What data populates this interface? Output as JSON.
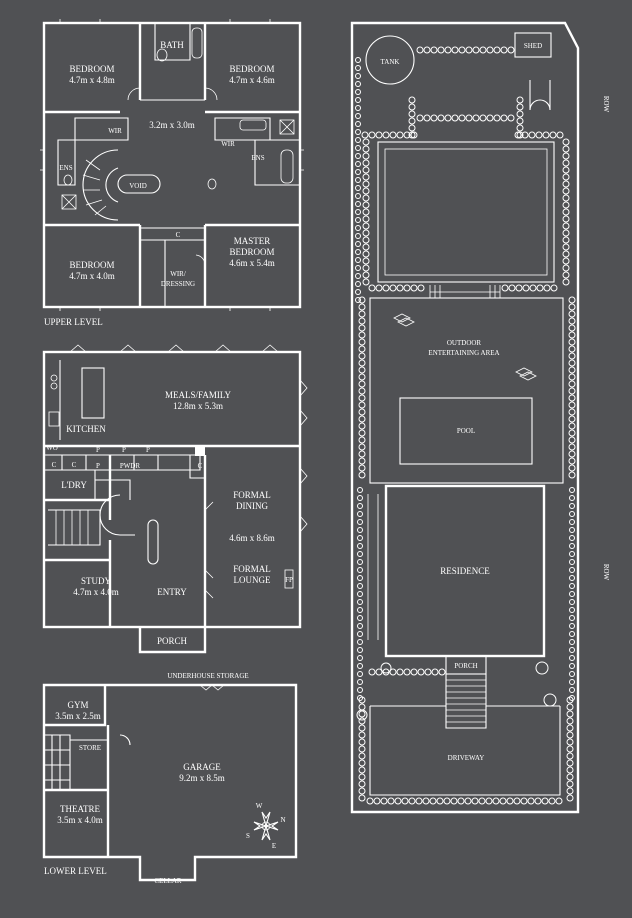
{
  "upper": {
    "level_label": "UPPER LEVEL",
    "rooms": {
      "bedroom_nw": "BEDROOM",
      "bedroom_nw_size": "4.7m x 4.8m",
      "bath": "BATH",
      "bedroom_ne": "BEDROOM",
      "bedroom_ne_size": "4.7m x 4.6m",
      "landing_size": "3.2m x 3.0m",
      "wir_left": "WIR",
      "ens_left": "ENS",
      "void": "VOID",
      "wir_right": "WIR",
      "ens_right": "ENS",
      "c": "C",
      "master_1": "MASTER",
      "master_2": "BEDROOM",
      "master_size": "4.6m x 5.4m",
      "bedroom_sw": "BEDROOM",
      "bedroom_sw_size": "4.7m x 4.0m",
      "wir_dressing_1": "WIR/",
      "wir_dressing_2": "DRESSING"
    }
  },
  "ground": {
    "rooms": {
      "meals": "MEALS/FAMILY",
      "meals_size": "12.8m x 5.3m",
      "kitchen": "KITCHEN",
      "wo": "WO",
      "c1": "C",
      "c2": "C",
      "c3": "C",
      "p1": "P",
      "p2": "P",
      "p3": "P",
      "p4": "P",
      "pwdr": "PWDR",
      "ldry": "L'DRY",
      "formal_dining_1": "FORMAL",
      "formal_dining_2": "DINING",
      "dining_size": "4.6m x 8.6m",
      "formal_lounge_1": "FORMAL",
      "formal_lounge_2": "LOUNGE",
      "study": "STUDY",
      "study_size": "4.7m x 4.0m",
      "entry": "ENTRY",
      "porch": "PORCH",
      "fp": "FP"
    }
  },
  "lower": {
    "level_label": "LOWER LEVEL",
    "rooms": {
      "underhouse": "UNDERHOUSE STORAGE",
      "gym": "GYM",
      "gym_size": "3.5m x 2.5m",
      "store": "STORE",
      "garage": "GARAGE",
      "garage_size": "9.2m x 8.5m",
      "theatre": "THEATRE",
      "theatre_size": "3.5m x 4.0m",
      "cellar": "CELLAR"
    },
    "compass": {
      "n": "N",
      "s": "S",
      "e": "E",
      "w": "W"
    }
  },
  "site": {
    "tank": "TANK",
    "shed": "SHED",
    "outdoor_1": "OUTDOOR",
    "outdoor_2": "ENTERTAINING AREA",
    "pool": "POOL",
    "residence": "RESIDENCE",
    "porch": "PORCH",
    "driveway": "DRIVEWAY",
    "row_top": "ROW",
    "row_mid": "ROW"
  }
}
